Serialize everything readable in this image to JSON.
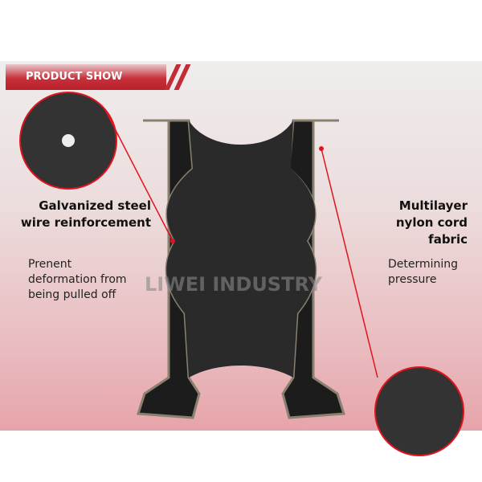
{
  "banner": {
    "title": "PRODUCT SHOW",
    "color": "#c8303a"
  },
  "left_label": {
    "title_line1": "Galvanized steel",
    "title_line2": "wire reinforcement",
    "desc_line1": "Prenent",
    "desc_line2": "deformation from",
    "desc_line3": "being pulled off"
  },
  "right_label": {
    "title_line1": "Multilayer",
    "title_line2": "nylon cord fabric",
    "desc_line1": "Determining",
    "desc_line2": "pressure"
  },
  "watermark": "LIWEI INDUSTRY",
  "accent_color": "#e0141e"
}
